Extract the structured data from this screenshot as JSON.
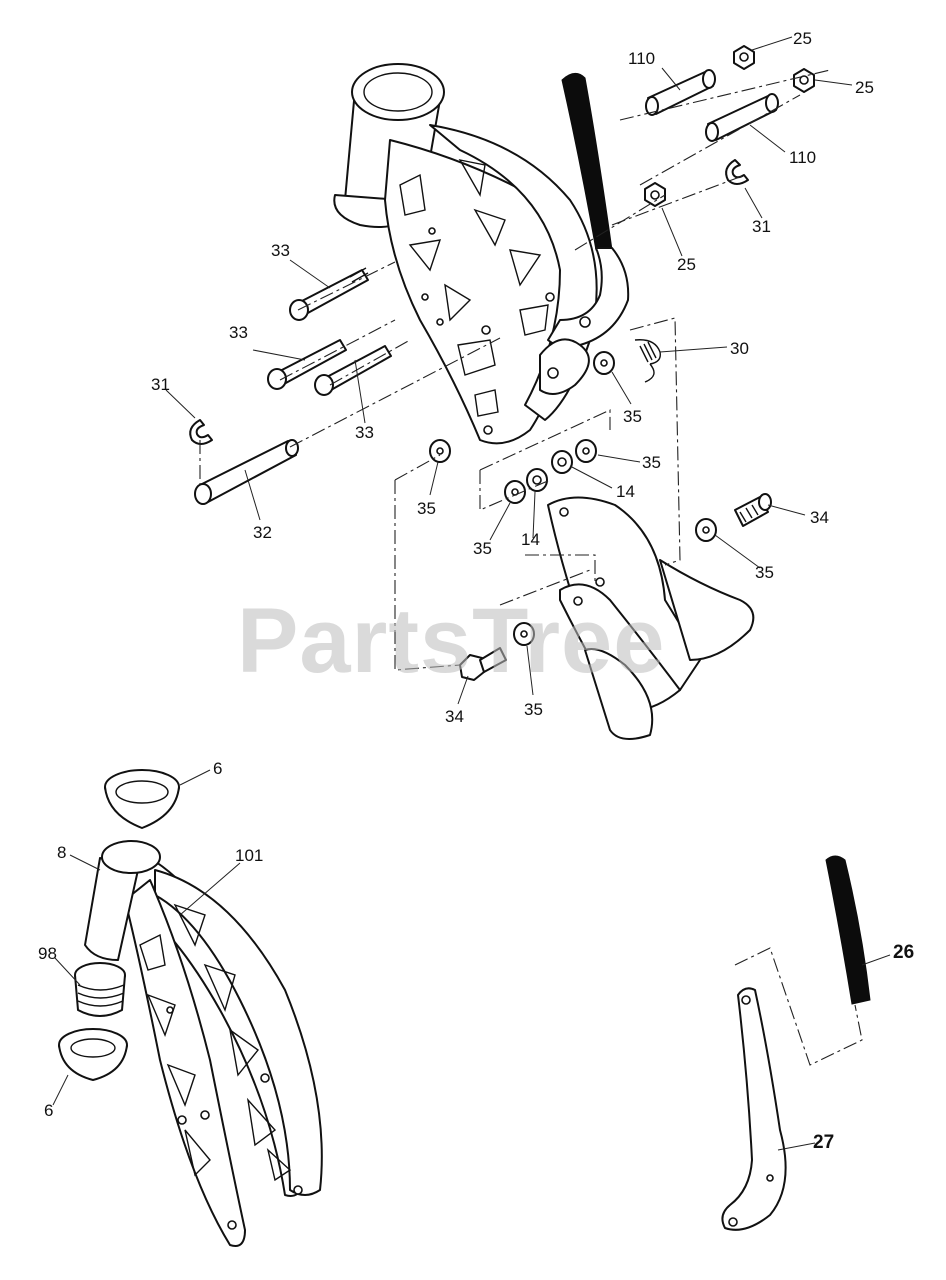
{
  "watermark": "PartsTree",
  "callouts": {
    "c110a": "110",
    "c110b": "110",
    "c25a": "25",
    "c25b": "25",
    "c25c": "25",
    "c31a": "31",
    "c31b": "31",
    "c33a": "33",
    "c33b": "33",
    "c33c": "33",
    "c30": "30",
    "c35a": "35",
    "c35b": "35",
    "c35c": "35",
    "c35d": "35",
    "c35e": "35",
    "c35f": "35",
    "c14a": "14",
    "c14b": "14",
    "c32": "32",
    "c34a": "34",
    "c34b": "34",
    "c6a": "6",
    "c6b": "6",
    "c8": "8",
    "c101": "101",
    "c98": "98",
    "c26": "26",
    "c27": "27"
  }
}
